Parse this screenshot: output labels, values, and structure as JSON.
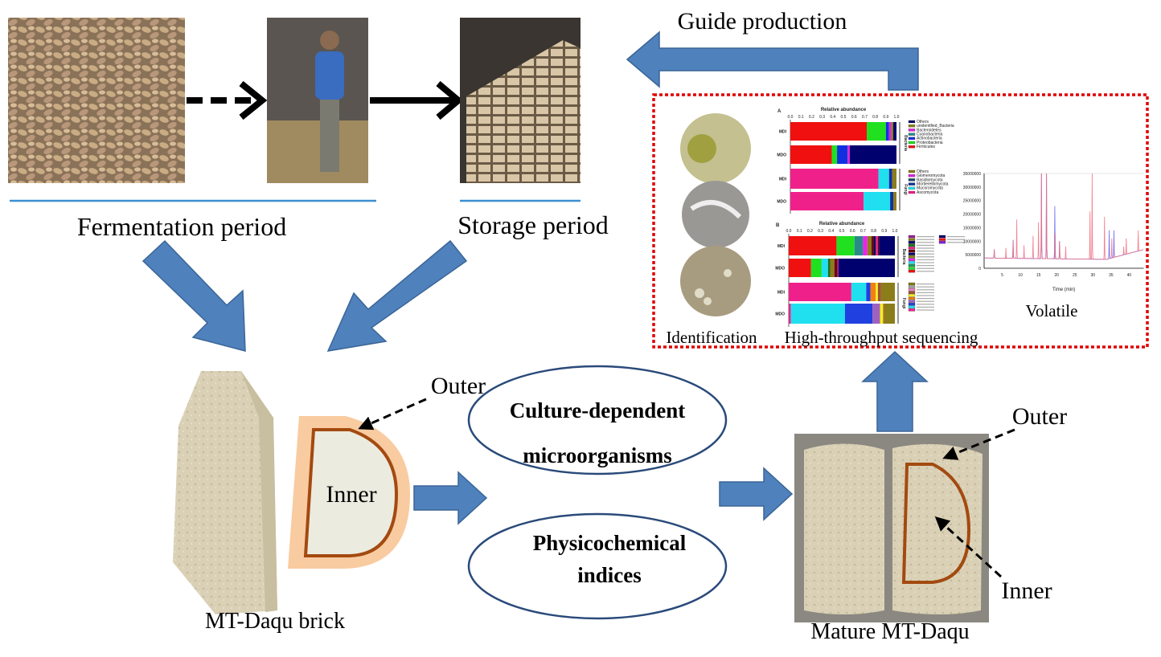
{
  "labels": {
    "guide_production": "Guide production",
    "fermentation_period": "Fermentation period",
    "storage_period": "Storage period",
    "outer_left": "Outer",
    "inner_left": "Inner",
    "brick": "MT-Daqu brick",
    "culture_line1": "Culture-dependent",
    "culture_line2": "microorganisms",
    "physico_line1": "Physicochemical",
    "physico_line2": "indices",
    "outer_right": "Outer",
    "inner_right": "Inner",
    "mature": "Mature MT-Daqu",
    "identification": "Identification",
    "sequencing": "High-throughput sequencing",
    "volatile": "Volatile"
  },
  "colors": {
    "arrow_blue": "#4f81bd",
    "dotted_box": "#e00000",
    "rule_blue": "#3b8fd0",
    "outer_orange": "#f9cba0",
    "inner_brown": "#a34a10"
  },
  "chart_data": [
    {
      "type": "bar",
      "panel": "A",
      "title": "Relative abundance",
      "xticks": [
        "0.0",
        "0.1",
        "0.2",
        "0.3",
        "0.4",
        "0.5",
        "0.6",
        "0.7",
        "0.8",
        "0.9",
        "1.0"
      ],
      "groups": [
        {
          "name": "Bacteria",
          "legend": [
            "Others",
            "unidentified_Bacteria",
            "Bacteroidetes",
            "Cyanobacteria",
            "Actinobacteria",
            "Proteobacteria",
            "Firmicutes"
          ],
          "legend_colors": [
            "#00006e",
            "#8b7d1a",
            "#e020e0",
            "#2a8a8a",
            "#1030e0",
            "#20e020",
            "#f01010"
          ],
          "rows": [
            {
              "label": "MDI",
              "segments": [
                [
                  "#f01010",
                  0.72
                ],
                [
                  "#20e020",
                  0.18
                ],
                [
                  "#1030e0",
                  0.03
                ],
                [
                  "#e020e0",
                  0.02
                ],
                [
                  "#8b7d1a",
                  0.02
                ],
                [
                  "#00006e",
                  0.03
                ]
              ]
            },
            {
              "label": "MDO",
              "segments": [
                [
                  "#f01010",
                  0.39
                ],
                [
                  "#20e020",
                  0.05
                ],
                [
                  "#1030e0",
                  0.1
                ],
                [
                  "#e020e0",
                  0.02
                ],
                [
                  "#00006e",
                  0.44
                ]
              ]
            }
          ]
        },
        {
          "name": "Fungi",
          "legend": [
            "Others",
            "Glomeromycota",
            "Basidiomycota",
            "Mortierellomycota",
            "Mucoromycota",
            "Ascomycota"
          ],
          "legend_colors": [
            "#8b7d1a",
            "#e020e0",
            "#1a4a6a",
            "#1030a0",
            "#20e0f0",
            "#f0208a"
          ],
          "rows": [
            {
              "label": "MDI",
              "segments": [
                [
                  "#f0208a",
                  0.83
                ],
                [
                  "#20e0f0",
                  0.1
                ],
                [
                  "#1030a0",
                  0.03
                ],
                [
                  "#8b7d1a",
                  0.04
                ]
              ]
            },
            {
              "label": "MDO",
              "segments": [
                [
                  "#f0208a",
                  0.69
                ],
                [
                  "#20e0f0",
                  0.25
                ],
                [
                  "#1030a0",
                  0.03
                ],
                [
                  "#8b7d1a",
                  0.03
                ]
              ]
            }
          ]
        }
      ]
    },
    {
      "type": "bar",
      "panel": "B",
      "title": "Relative abundance",
      "xticks": [
        "0.0",
        "0.1",
        "0.2",
        "0.3",
        "0.4",
        "0.5",
        "0.6",
        "0.7",
        "0.8",
        "0.9",
        "1.0"
      ],
      "groups": [
        {
          "name": "Bacteria",
          "legend_colors": [
            "#a020a0",
            "#8b7d1a",
            "#00006e",
            "#207020",
            "#e0207a",
            "#700010",
            "#000060",
            "#8b7d1a",
            "#f020f0",
            "#20e0f0",
            "#20a060",
            "#20e020",
            "#f01010",
            "#00006e",
            "#f01010",
            "#8020e0"
          ],
          "rows": [
            {
              "label": "MDI",
              "segments": [
                [
                  "#f01010",
                  0.45
                ],
                [
                  "#20e020",
                  0.17
                ],
                [
                  "#2a8a8a",
                  0.08
                ],
                [
                  "#f020f0",
                  0.04
                ],
                [
                  "#8b7d1a",
                  0.04
                ],
                [
                  "#700010",
                  0.02
                ],
                [
                  "#000060",
                  0.02
                ],
                [
                  "#e0207a",
                  0.02
                ],
                [
                  "#700010",
                  0.01
                ],
                [
                  "#00006e",
                  0.15
                ]
              ]
            },
            {
              "label": "MDO",
              "segments": [
                [
                  "#f01010",
                  0.21
                ],
                [
                  "#20e020",
                  0.1
                ],
                [
                  "#20e0f0",
                  0.06
                ],
                [
                  "#207020",
                  0.02
                ],
                [
                  "#8b7d1a",
                  0.04
                ],
                [
                  "#700010",
                  0.03
                ],
                [
                  "#a020a0",
                  0.01
                ],
                [
                  "#00006e",
                  0.53
                ]
              ]
            }
          ]
        },
        {
          "name": "Fungi",
          "legend_colors": [
            "#8b7d1a",
            "#a0a0a0",
            "#f080c0",
            "#a05030",
            "#f0f020",
            "#f08010",
            "#a060c0",
            "#2040e0",
            "#20e0f0",
            "#f0208a"
          ],
          "rows": [
            {
              "label": "MDI",
              "segments": [
                [
                  "#f0208a",
                  0.59
                ],
                [
                  "#20e0f0",
                  0.14
                ],
                [
                  "#2040e0",
                  0.04
                ],
                [
                  "#f08010",
                  0.05
                ],
                [
                  "#f0f020",
                  0.02
                ],
                [
                  "#a05030",
                  0.03
                ],
                [
                  "#8b7d1a",
                  0.13
                ]
              ]
            },
            {
              "label": "MDO",
              "segments": [
                [
                  "#f0208a",
                  0.02
                ],
                [
                  "#20e0f0",
                  0.51
                ],
                [
                  "#2040e0",
                  0.26
                ],
                [
                  "#a060c0",
                  0.07
                ],
                [
                  "#f0f020",
                  0.03
                ],
                [
                  "#a05030",
                  0.01
                ],
                [
                  "#8b7d1a",
                  0.1
                ]
              ]
            }
          ]
        }
      ]
    },
    {
      "type": "line",
      "xlabel": "Time (min)",
      "xticks": [
        5,
        10,
        15,
        20,
        25,
        30,
        35,
        40
      ],
      "yticks": [
        0,
        5000000,
        10000000,
        15000000,
        20000000,
        25000000,
        30000000,
        35000000
      ],
      "ylim": [
        0,
        35000000
      ],
      "xlim": [
        0,
        44
      ],
      "series_colors": [
        "#f07080",
        "#6060f0"
      ],
      "peaks_red": [
        [
          2.8,
          7000000
        ],
        [
          6,
          7500000
        ],
        [
          8,
          10000000
        ],
        [
          9,
          18000000
        ],
        [
          11,
          8500000
        ],
        [
          13.5,
          12000000
        ],
        [
          15,
          17000000
        ],
        [
          15.8,
          35000000
        ],
        [
          17.2,
          35000000
        ],
        [
          19.6,
          13000000
        ],
        [
          20.8,
          10000000
        ],
        [
          22.5,
          8000000
        ],
        [
          29.2,
          21000000
        ],
        [
          29.8,
          35000000
        ],
        [
          33.2,
          19000000
        ],
        [
          35.2,
          11000000
        ],
        [
          38.5,
          8000000
        ],
        [
          39.2,
          11000000
        ],
        [
          42.5,
          14000000
        ]
      ],
      "peaks_blue": [
        [
          2.8,
          7000000
        ],
        [
          8,
          10500000
        ],
        [
          15.8,
          35000000
        ],
        [
          17.2,
          35000000
        ],
        [
          19.5,
          23000000
        ],
        [
          20.8,
          10000000
        ],
        [
          34.5,
          14000000
        ],
        [
          35.8,
          14000000
        ]
      ]
    }
  ]
}
